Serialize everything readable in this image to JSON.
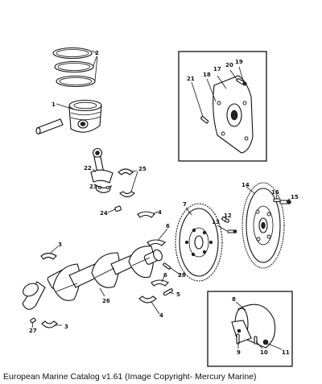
{
  "caption": "European Marine Catalog v1.61 (Image Copyright- Mercury Marine)",
  "callouts": {
    "c1": "1",
    "c2": "2",
    "c3a": "3",
    "c3b": "3",
    "c4a": "4",
    "c4b": "4",
    "c5": "5",
    "c6a": "6",
    "c6b": "6",
    "c7": "7",
    "c8": "8",
    "c9": "9",
    "c10": "10",
    "c11": "11",
    "c12": "12",
    "c13": "13",
    "c14": "14",
    "c15": "15",
    "c16": "16",
    "c17": "17",
    "c18": "18",
    "c19": "19",
    "c20": "20",
    "c21": "21",
    "c22": "22",
    "c23": "23",
    "c24": "24",
    "c25": "25",
    "c26": "26",
    "c27": "27",
    "c28": "28"
  }
}
